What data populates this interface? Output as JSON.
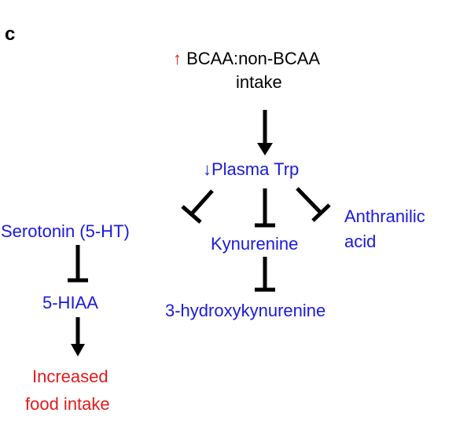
{
  "panel_label": "c",
  "nodes": {
    "intake_arrow": "↑",
    "intake_line1": "BCAA:non-BCAA",
    "intake_line2": "intake",
    "plasma_trp": "↓Plasma Trp",
    "serotonin": "Serotonin (5-HT)",
    "kynurenine": "Kynurenine",
    "anthranilic_line1": "Anthranilic",
    "anthranilic_line2": "acid",
    "hiaa": "5-HIAA",
    "hydroxykynurenine": "3-hydroxykynurenine",
    "food_line1": "Increased",
    "food_line2": "food intake"
  },
  "colors": {
    "blue": "#1a1adb",
    "red": "#e41a1c",
    "black": "#000000"
  }
}
